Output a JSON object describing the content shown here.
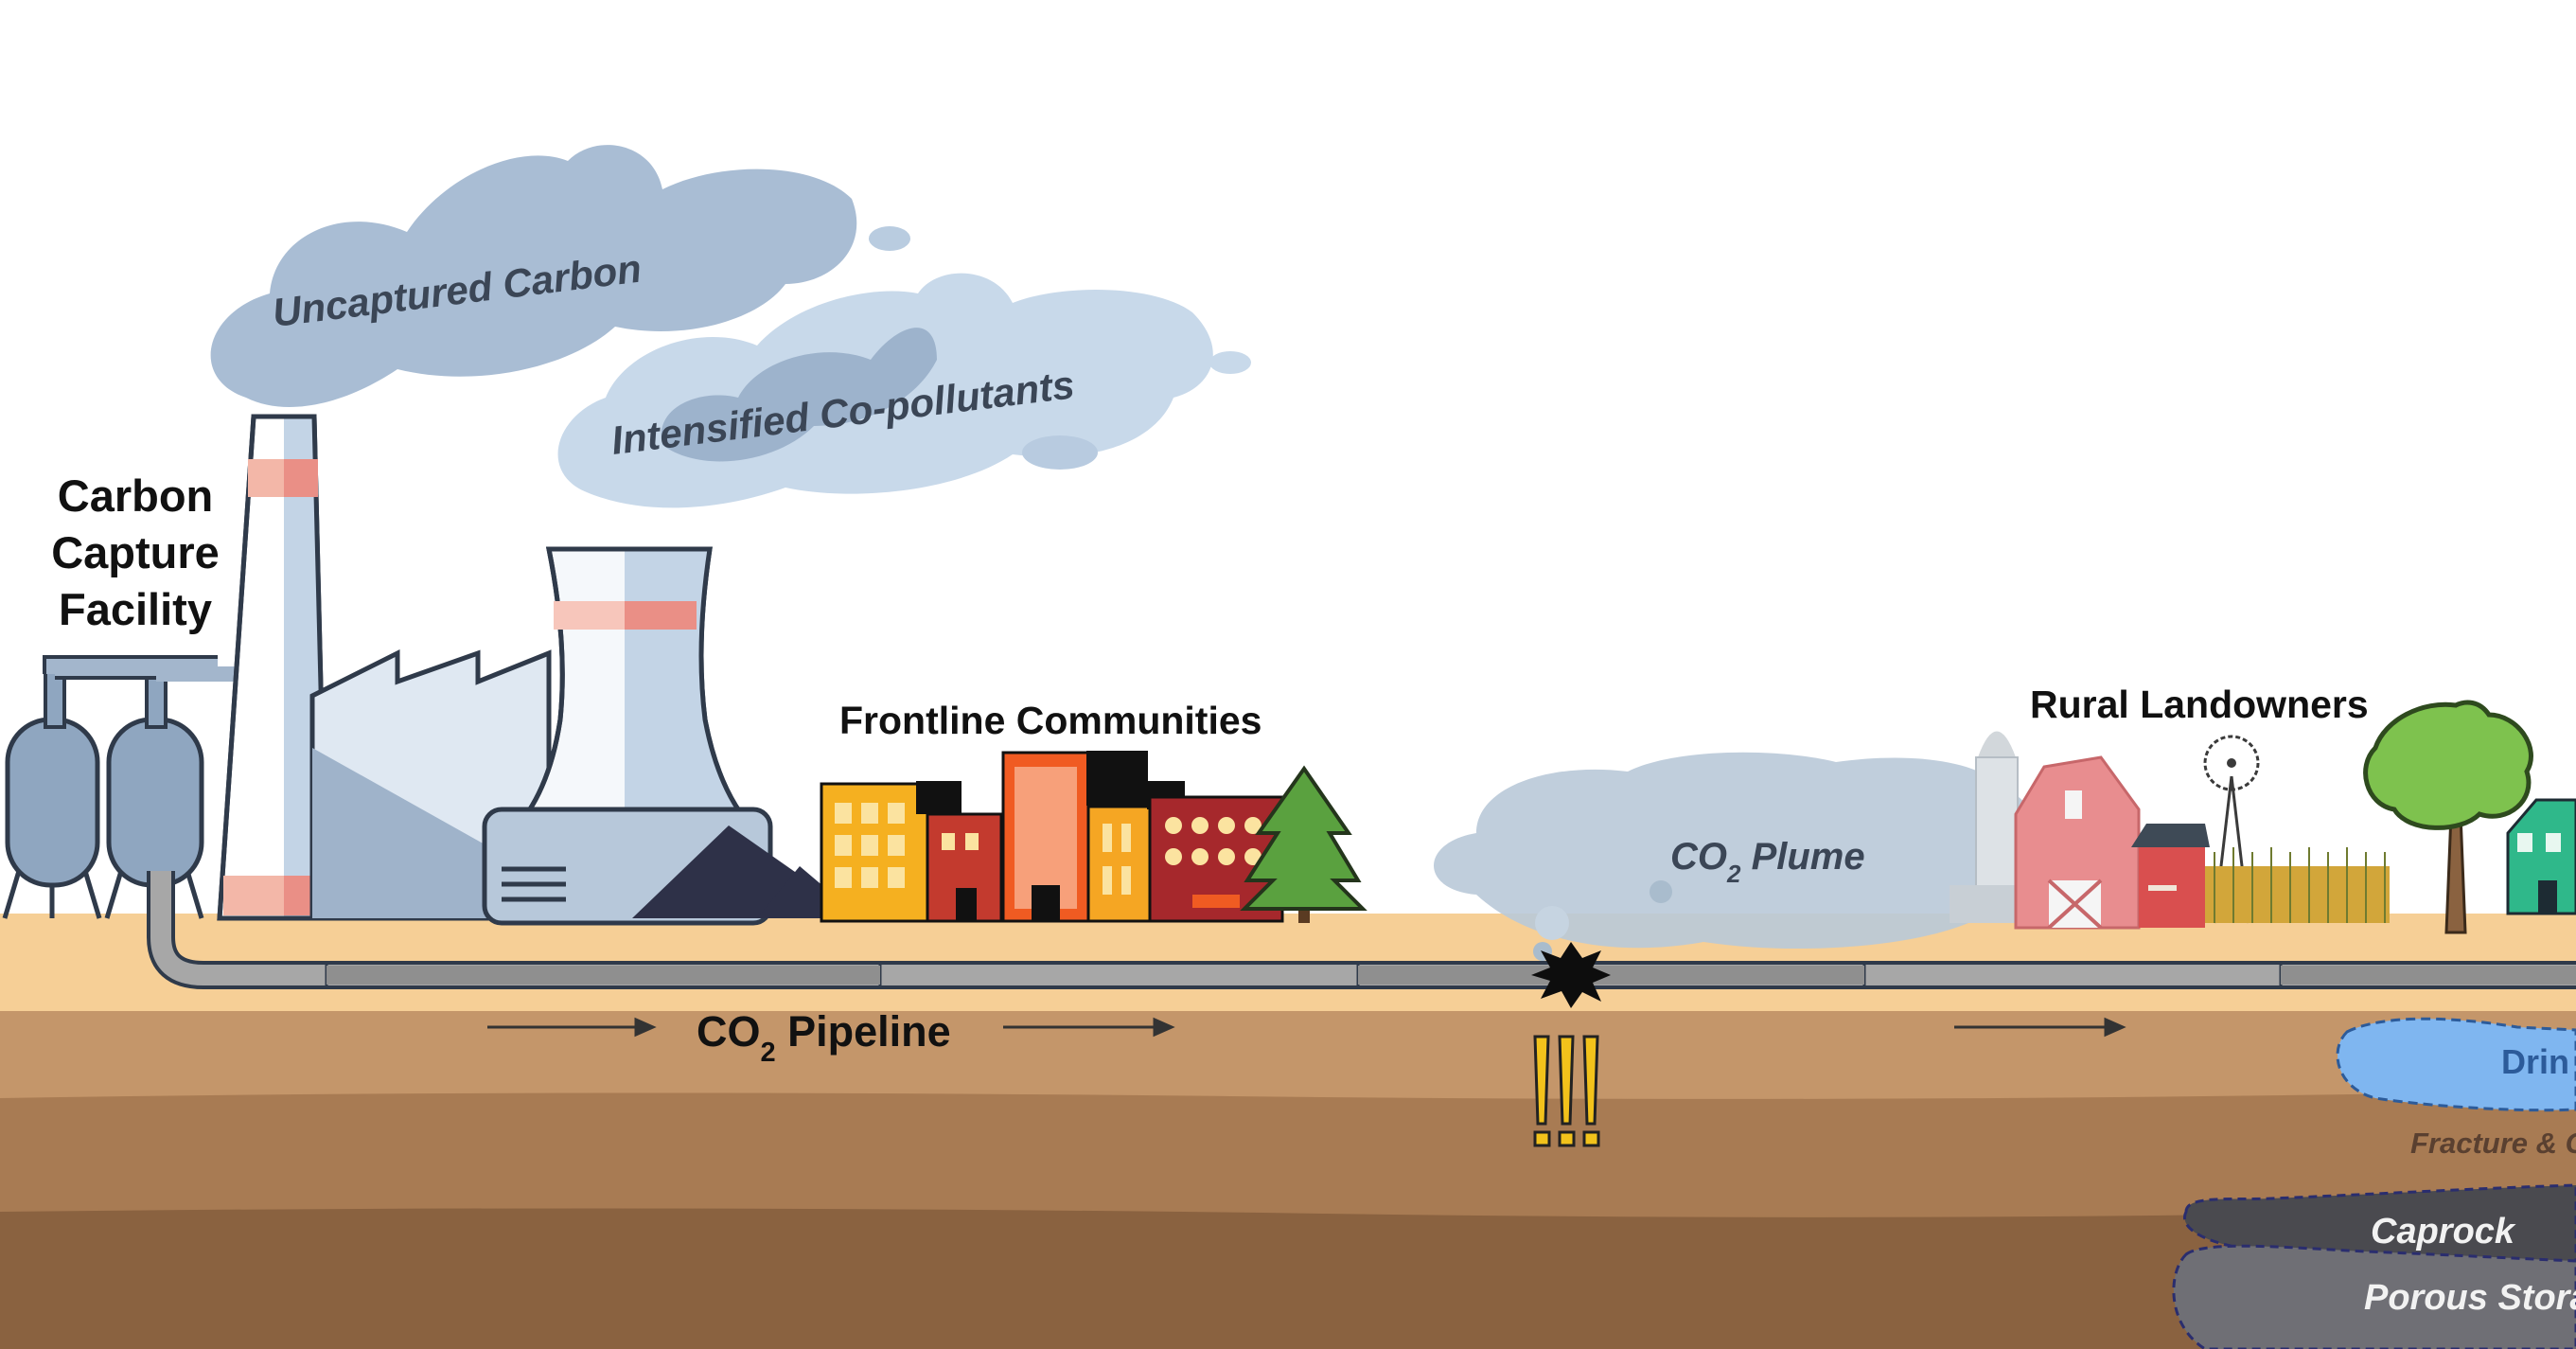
{
  "labels": {
    "facility_line1": "Carbon",
    "facility_line2": "Capture",
    "facility_line3": "Facility",
    "uncaptured_carbon": "Uncaptured Carbon",
    "co_pollutants": "Intensified Co-pollutants",
    "frontline": "Frontline Communities",
    "rural": "Rural Landowners",
    "plume_co": "CO",
    "plume_sub": "2",
    "plume_rest": " Plume",
    "pipeline_co": "CO",
    "pipeline_sub": "2",
    "pipeline_rest": " Pipeline",
    "drinking_partial": "Drin",
    "fracture_partial": "Fracture & C",
    "caprock": "Caprock",
    "porous_partial": "Porous Stora",
    "alert": "!!!"
  },
  "colors": {
    "sky": "#ffffff",
    "ground_top": "#f6cf96",
    "ground_mid": "#c4966a",
    "ground_low": "#a87b53",
    "ground_deep": "#8a6240",
    "smoke_dark": "#a9bdd4",
    "smoke_light": "#c8d9ea",
    "pipeline": "#9e9e9e",
    "plume": "#b9c9d8",
    "water": "#7fb6f0",
    "caprock": "#4a4a4f",
    "porous": "#6f6f75",
    "alert": "#f2c21b"
  },
  "icons": [
    "factory-icon",
    "cooling-tower-icon",
    "storage-tank-icon",
    "city-buildings-icon",
    "tree-icon",
    "barn-icon",
    "silo-icon",
    "windmill-icon",
    "house-icon",
    "leak-burst-icon",
    "arrow-right-icon"
  ]
}
